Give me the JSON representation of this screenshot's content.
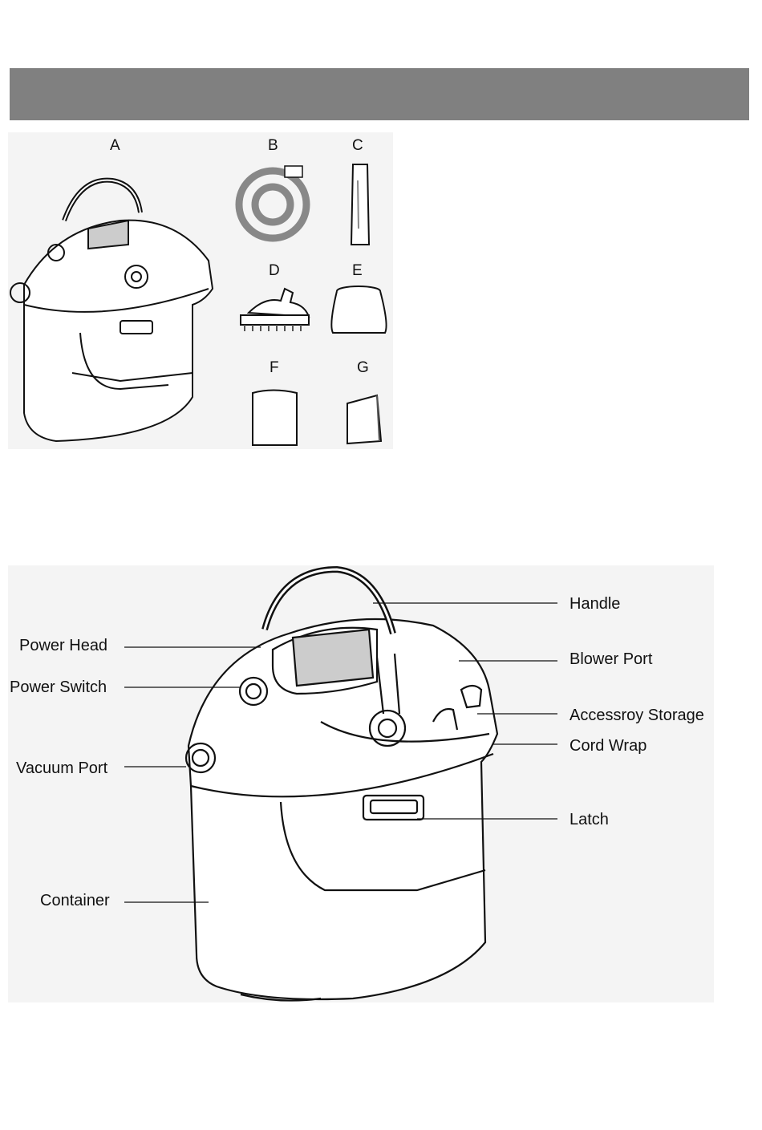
{
  "header": {
    "title": ""
  },
  "parts": {
    "A": {
      "letter": "A",
      "icon": "vacuum-unit-icon"
    },
    "B": {
      "letter": "B",
      "icon": "hose-icon"
    },
    "C": {
      "letter": "C",
      "icon": "crevice-tool-icon"
    },
    "D": {
      "letter": "D",
      "icon": "brush-nozzle-icon"
    },
    "E": {
      "letter": "E",
      "icon": "filter-bag-icon"
    },
    "F": {
      "letter": "F",
      "icon": "paper-bag-icon"
    },
    "G": {
      "letter": "G",
      "icon": "manual-booklet-icon"
    }
  },
  "diagram": {
    "labels": {
      "handle": "Handle",
      "power_head": "Power Head",
      "blower_port": "Blower Port",
      "power_switch": "Power Switch",
      "accessory_storage": "Accessroy Storage",
      "cord_wrap": "Cord Wrap",
      "vacuum_port": "Vacuum Port",
      "latch": "Latch",
      "container": "Container"
    }
  },
  "colors": {
    "header_bar": "#808080",
    "panel_bg": "#f4f4f4",
    "line": "#111111"
  }
}
